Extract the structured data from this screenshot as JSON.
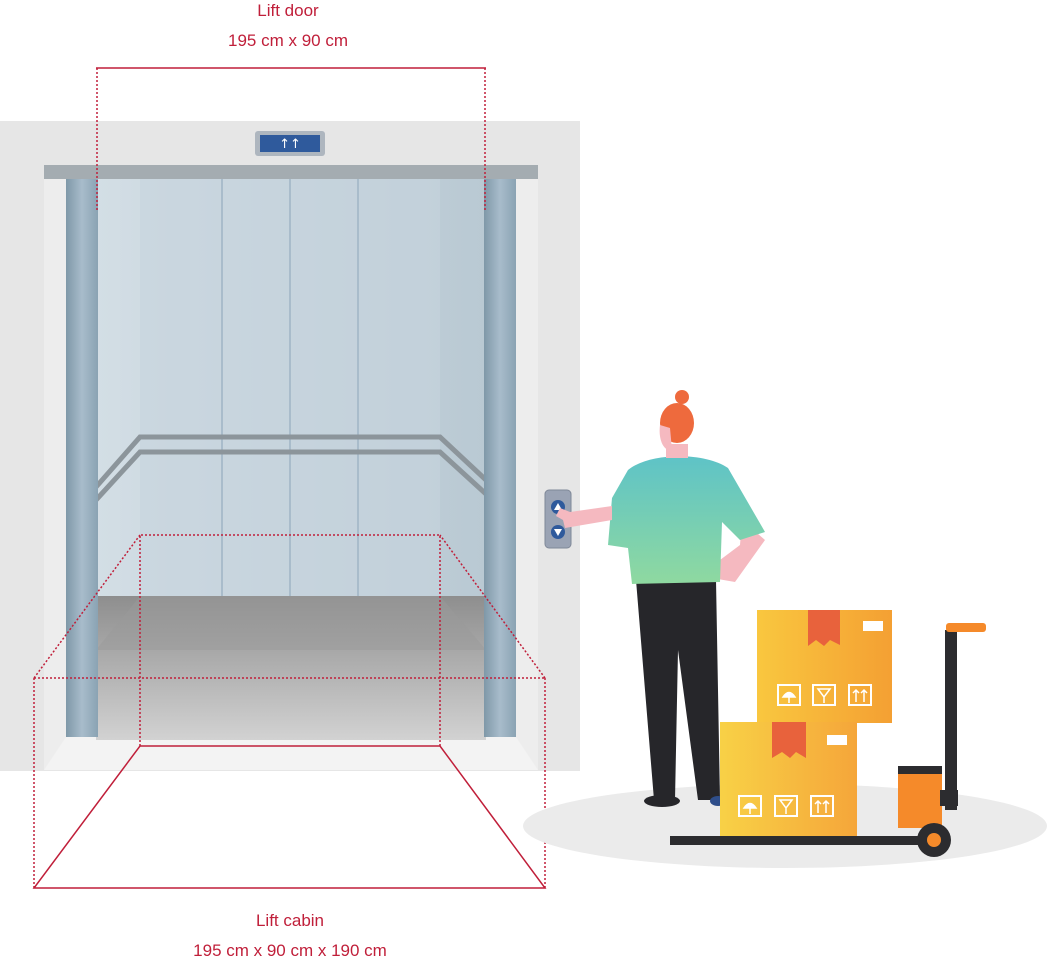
{
  "door_label": {
    "title": "Lift door",
    "dimensions": "195 cm x 90 cm"
  },
  "cabin_label": {
    "title": "Lift cabin",
    "dimensions": "195 cm x 90 cm x 190 cm"
  },
  "colors": {
    "measure_line": "#c01f3a",
    "wall": "#e6e6e6",
    "door_glass": "#c9d6de",
    "shirt": "#6fc7be",
    "hair": "#ee6a3d",
    "box": "#f7b83a",
    "tape": "#e8623c",
    "trolley_handle": "#f58a2a"
  },
  "indicator": {
    "arrows": "↑↑"
  }
}
